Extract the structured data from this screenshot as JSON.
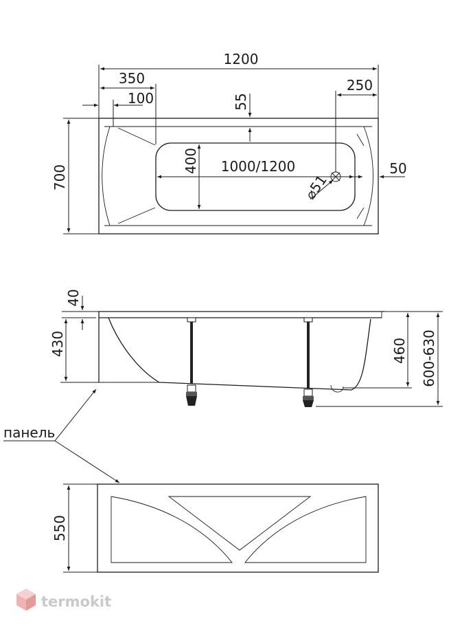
{
  "top_view": {
    "length": "1200",
    "offset_left": "350",
    "offset_small": "100",
    "offset_top": "55",
    "offset_right": "250",
    "width": "700",
    "inner_width": "400",
    "inner_length": "1000/1200",
    "drain_diameter": "⌀51",
    "offset_side": "50"
  },
  "side_view": {
    "rim_height": "40",
    "body_height": "430",
    "depth": "460",
    "total_height": "600-630"
  },
  "panel": {
    "label": "панель",
    "height": "550"
  },
  "brand": {
    "name": "termokit",
    "color": "#e8a0a0"
  }
}
